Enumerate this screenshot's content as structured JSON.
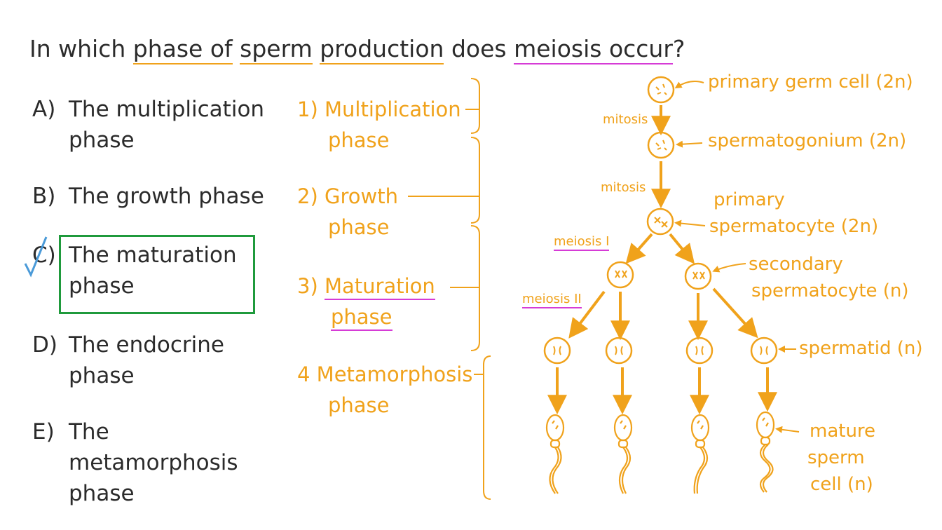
{
  "question": {
    "prefix": "In which",
    "phase_of": "phase of",
    "sperm": "sperm",
    "production": "production",
    "does": "does",
    "meiosis_occur": "meiosis occur",
    "mark": "?"
  },
  "options": [
    {
      "letter": "A)",
      "line1": "The multiplication",
      "line2": "phase"
    },
    {
      "letter": "B)",
      "line1": "The growth phase",
      "line2": ""
    },
    {
      "letter": "C)",
      "line1": "The maturation",
      "line2": "phase"
    },
    {
      "letter": "D)",
      "line1": "The endocrine",
      "line2": "phase"
    },
    {
      "letter": "E)",
      "line1": "The",
      "line2": "metamorphosis",
      "line3": "phase"
    }
  ],
  "stages": [
    {
      "num": "1)",
      "name": "Multiplication",
      "word": "phase"
    },
    {
      "num": "2)",
      "name": "Growth",
      "word": "phase"
    },
    {
      "num": "3)",
      "name": "Maturation",
      "word": "phase"
    },
    {
      "num": "4",
      "name": "Metamorphosis",
      "word": "phase"
    }
  ],
  "diagram": {
    "primary_germ_cell": "primary germ cell (2n)",
    "mitosis_1": "mitosis",
    "spermatogonium": "spermatogonium (2n)",
    "mitosis_2": "mitosis",
    "primary_spermatocyte_1": "primary",
    "primary_spermatocyte_2": "spermatocyte (2n)",
    "meiosis_1": "meiosis I",
    "secondary_1": "secondary",
    "secondary_2": "spermatocyte (n)",
    "meiosis_2": "meiosis II",
    "spermatid": "spermatid (n)",
    "mature_1": "mature",
    "mature_2": "sperm",
    "mature_3": "cell (n)"
  },
  "colors": {
    "text": "#2b2b2b",
    "orange": "#f0a21b",
    "pink": "#d63bd6",
    "green": "#1f9a3c",
    "check": "#4a9ad8"
  }
}
